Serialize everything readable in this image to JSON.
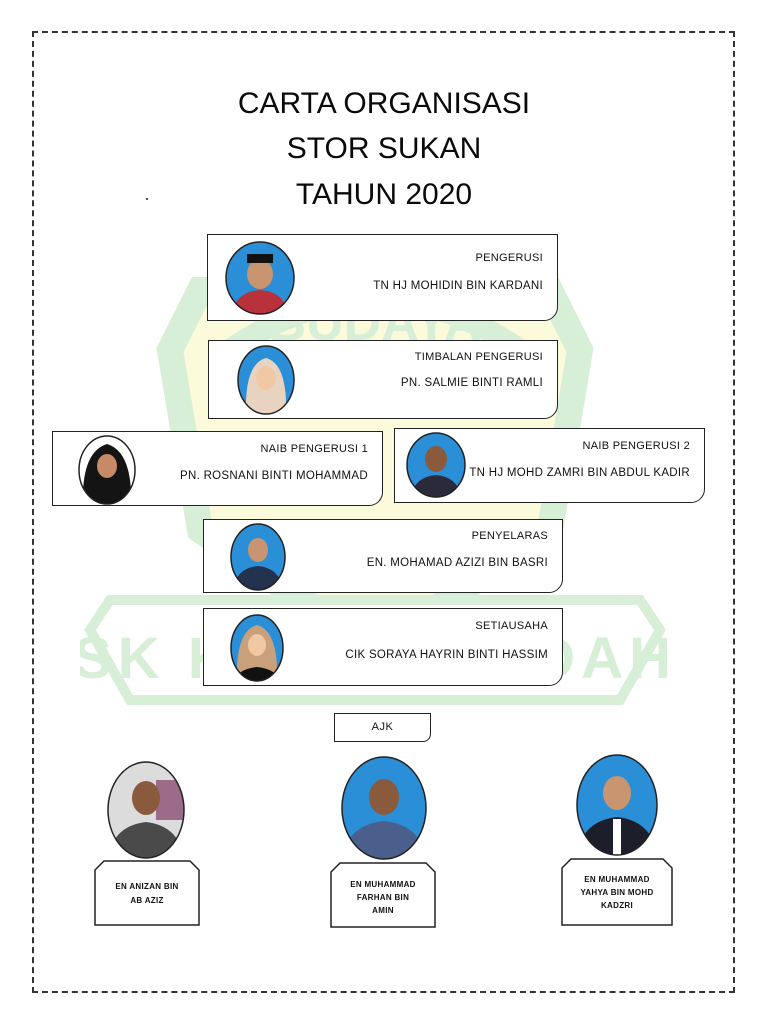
{
  "title": {
    "line1": "CARTA ORGANISASI",
    "line2": "STOR SUKAN",
    "line3": "TAHUN 2020"
  },
  "watermark": {
    "text": "SK KUALA KEDAH",
    "motto": "BUDAYA",
    "colors": {
      "green": "#8fd18f",
      "yellow": "#f6f29a"
    }
  },
  "positions": {
    "pengerusi": {
      "role": "PENGERUSI",
      "name": "TN HJ MOHIDIN BIN KARDANI"
    },
    "timbalan": {
      "role": "TIMBALAN PENGERUSI",
      "name": "PN. SALMIE BINTI RAMLI"
    },
    "naib1": {
      "role": "NAIB PENGERUSI 1",
      "name": "PN. ROSNANI BINTI MOHAMMAD"
    },
    "naib2": {
      "role": "NAIB PENGERUSI 2",
      "name": "TN HJ MOHD ZAMRI BIN ABDUL KADIR"
    },
    "penyelaras": {
      "role": "PENYELARAS",
      "name": "EN. MOHAMAD AZIZI BIN BASRI"
    },
    "setiausaha": {
      "role": "SETIAUSAHA",
      "name": "CIK SORAYA HAYRIN BINTI HASSIM"
    }
  },
  "ajk": {
    "label": "AJK",
    "members": [
      {
        "line1": "EN ANIZAN BIN",
        "line2": "AB AZIZ",
        "line3": ""
      },
      {
        "line1": "EN MUHAMMAD",
        "line2": "FARHAN BIN",
        "line3": "AMIN"
      },
      {
        "line1": "EN MUHAMMAD",
        "line2": "YAHYA BIN MOHD",
        "line3": "KADZRI"
      }
    ]
  },
  "photo_backgrounds": {
    "blue": "#2b8fd8",
    "grey": "#dcdcdc"
  }
}
